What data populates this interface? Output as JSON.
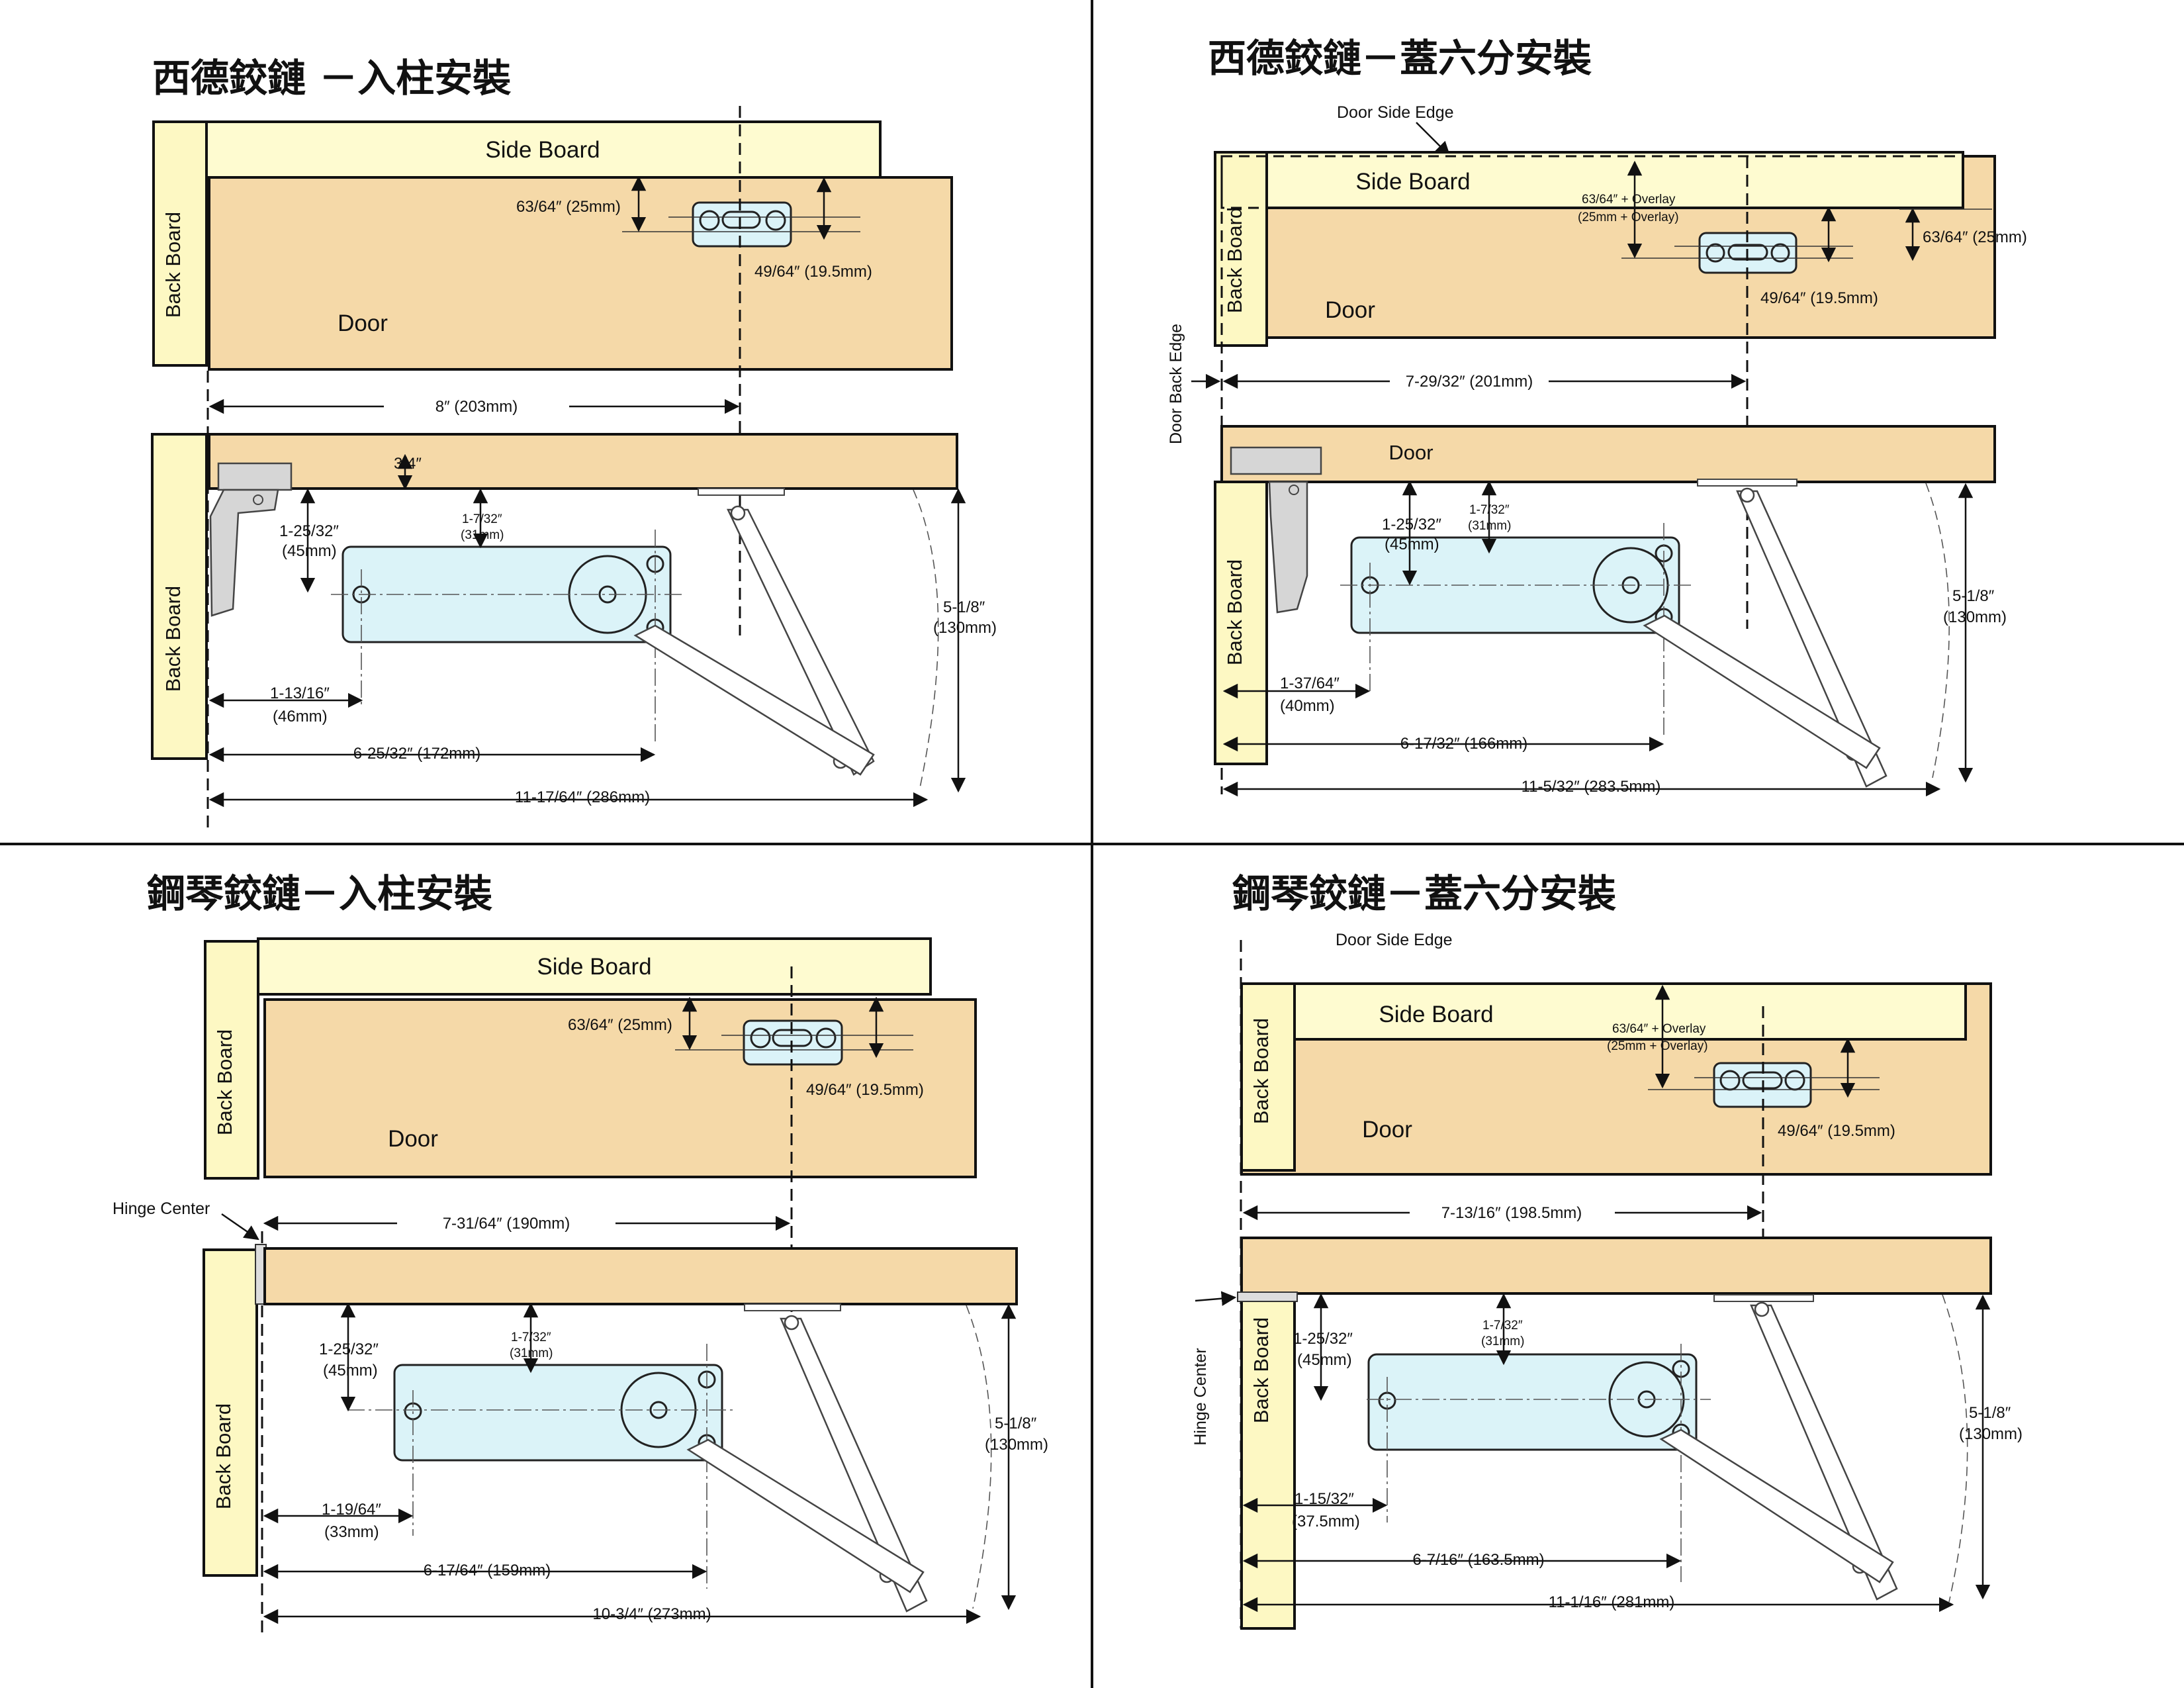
{
  "panels": [
    {
      "id": "tl",
      "title": "西德鉸鏈 －入柱安裝",
      "side_board": "Side Board",
      "back_board_top": "Back Board",
      "back_board_bottom": "Back Board",
      "door": "Door",
      "dims": {
        "d_25": "63/64″ (25mm)",
        "d_195": "49/64″ (19.5mm)",
        "d_width": "8″ (203mm)",
        "d_thick": "3/4″",
        "d_45a": "1-25/32″",
        "d_45b": "(45mm)",
        "d_31a": "1-7/32″",
        "d_31b": "(31mm)",
        "d_130a": "5-1/8″",
        "d_130b": "(130mm)",
        "d_offa": "1-13/16″",
        "d_offb": "(46mm)",
        "d_mid": "6-25/32″ (172mm)",
        "d_total": "11-17/64″ (286mm)"
      }
    },
    {
      "id": "tr",
      "title": "西德鉸鏈－蓋六分安裝",
      "door_side_edge": "Door Side Edge",
      "door_back_edge": "Door Back Edge",
      "side_board": "Side Board",
      "back_board_top": "Back Board",
      "back_board_bottom": "Back Board",
      "door": "Door",
      "door_lower": "Door",
      "dims": {
        "d_ovl_a": "63/64″ + Overlay",
        "d_ovl_b": "(25mm + Overlay)",
        "d_25": "63/64″ (25mm)",
        "d_195": "49/64″ (19.5mm)",
        "d_width": "7-29/32″ (201mm)",
        "d_45a": "1-25/32″",
        "d_45b": "(45mm)",
        "d_31a": "1-7/32″",
        "d_31b": "(31mm)",
        "d_130a": "5-1/8″",
        "d_130b": "(130mm)",
        "d_offa": "1-37/64″",
        "d_offb": "(40mm)",
        "d_mid": "6-17/32″ (166mm)",
        "d_total": "11-5/32″ (283.5mm)"
      }
    },
    {
      "id": "bl",
      "title": "鋼琴鉸鏈－入柱安裝",
      "side_board": "Side Board",
      "back_board_top": "Back Board",
      "back_board_bottom": "Back Board",
      "door": "Door",
      "hinge_center": "Hinge Center",
      "dims": {
        "d_25": "63/64″ (25mm)",
        "d_195": "49/64″ (19.5mm)",
        "d_width": "7-31/64″ (190mm)",
        "d_45a": "1-25/32″",
        "d_45b": "(45mm)",
        "d_31a": "1-7/32″",
        "d_31b": "(31mm)",
        "d_130a": "5-1/8″",
        "d_130b": "(130mm)",
        "d_offa": "1-19/64″",
        "d_offb": "(33mm)",
        "d_mid": "6-17/64″ (159mm)",
        "d_total": "10-3/4″ (273mm)"
      }
    },
    {
      "id": "br",
      "title": "鋼琴鉸鏈－蓋六分安裝",
      "door_side_edge": "Door Side Edge",
      "side_board": "Side Board",
      "back_board_top": "Back Board",
      "back_board_bottom": "Back Board",
      "door": "Door",
      "hinge_center": "Hinge Center",
      "dims": {
        "d_ovl_a": "63/64″ + Overlay",
        "d_ovl_b": "(25mm + Overlay)",
        "d_195": "49/64″ (19.5mm)",
        "d_width": "7-13/16″ (198.5mm)",
        "d_45a": "1-25/32″",
        "d_45b": "(45mm)",
        "d_31a": "1-7/32″",
        "d_31b": "(31mm)",
        "d_130a": "5-1/8″",
        "d_130b": "(130mm)",
        "d_offa": "1-15/32″",
        "d_offb": "(37.5mm)",
        "d_mid": "6-7/16″ (163.5mm)",
        "d_total": "11-1/16″ (281mm)"
      }
    }
  ]
}
